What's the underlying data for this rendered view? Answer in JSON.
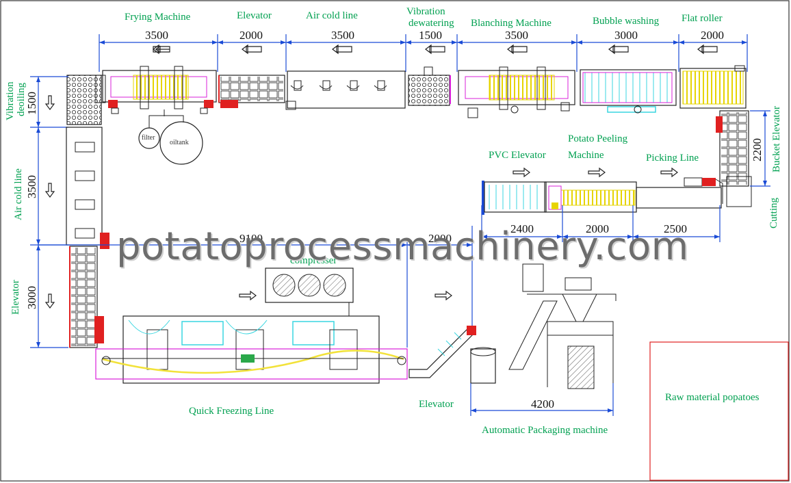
{
  "labels": {
    "frying": "Frying Machine",
    "elevator_top": "Elevator",
    "air_cold_top": "Air cold line",
    "vibration_dewatering_1": "Vibration",
    "vibration_dewatering_2": "dewatering",
    "blanching": "Blanching Machine",
    "bubble_washing": "Bubble washing",
    "flat_roller": "Flat roller",
    "vibration_deoiling_1": "Vibration",
    "vibration_deoiling_2": "deoiling",
    "air_cold_left": "Air cold line",
    "elevator_left": "Elevator",
    "pvc_elevator": "PVC Elevator",
    "potato_peeling_1": "Potato Peeling",
    "potato_peeling_2": "Machine",
    "picking_line": "Picking Line",
    "bucket_elevator": "Bucket Elevator",
    "cutting": "Cutting",
    "compressor": "compresser",
    "quick_freezing": "Quick Freezing Line",
    "elevator_bottom": "Elevator",
    "auto_packaging": "Automatic Packaging machine",
    "raw_material": "Raw material popatoes",
    "filter": "filter",
    "oil_tank": "oiltank"
  },
  "dimensions": {
    "frying": "3500",
    "elevator_top": "2000",
    "air_cold_top": "3500",
    "vibration_dewatering": "1500",
    "blanching": "3500",
    "bubble_washing": "3000",
    "flat_roller": "2000",
    "vibration_deoiling": "1500",
    "air_cold_left": "3500",
    "elevator_left": "3000",
    "freezing_span": "9100",
    "freezing_to_pack": "2000",
    "pvc_elevator": "2400",
    "peeling": "2000",
    "picking": "2500",
    "bucket_elevator": "2200",
    "packaging": "4200"
  },
  "watermark": "potatoprocessmachinery.com",
  "colors": {
    "label": "#00a050",
    "dimension_line": "#1a4bd6",
    "machine_outline": "#222222",
    "frame_magenta": "#d81fd8",
    "conveyor_yellow": "#f2e23a",
    "cyan": "#39d6e0",
    "motor_red": "#e02020",
    "boundary_red": "#e02020"
  }
}
